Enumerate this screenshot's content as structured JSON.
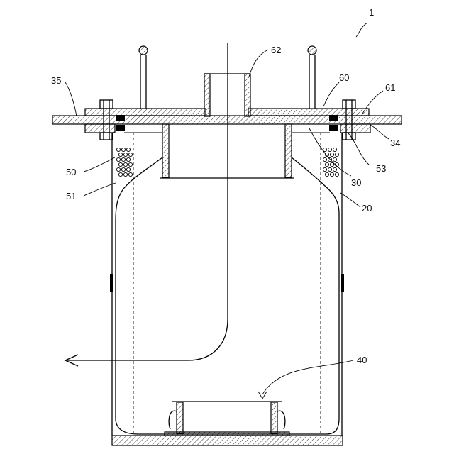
{
  "diagram": {
    "figure_number": "1",
    "labels": {
      "l1": "1",
      "l62": "62",
      "l60": "60",
      "l61": "61",
      "l35": "35",
      "l34": "34",
      "l53": "53",
      "l30": "30",
      "l50": "50",
      "l51": "51",
      "l20": "20",
      "l40": "40"
    }
  }
}
